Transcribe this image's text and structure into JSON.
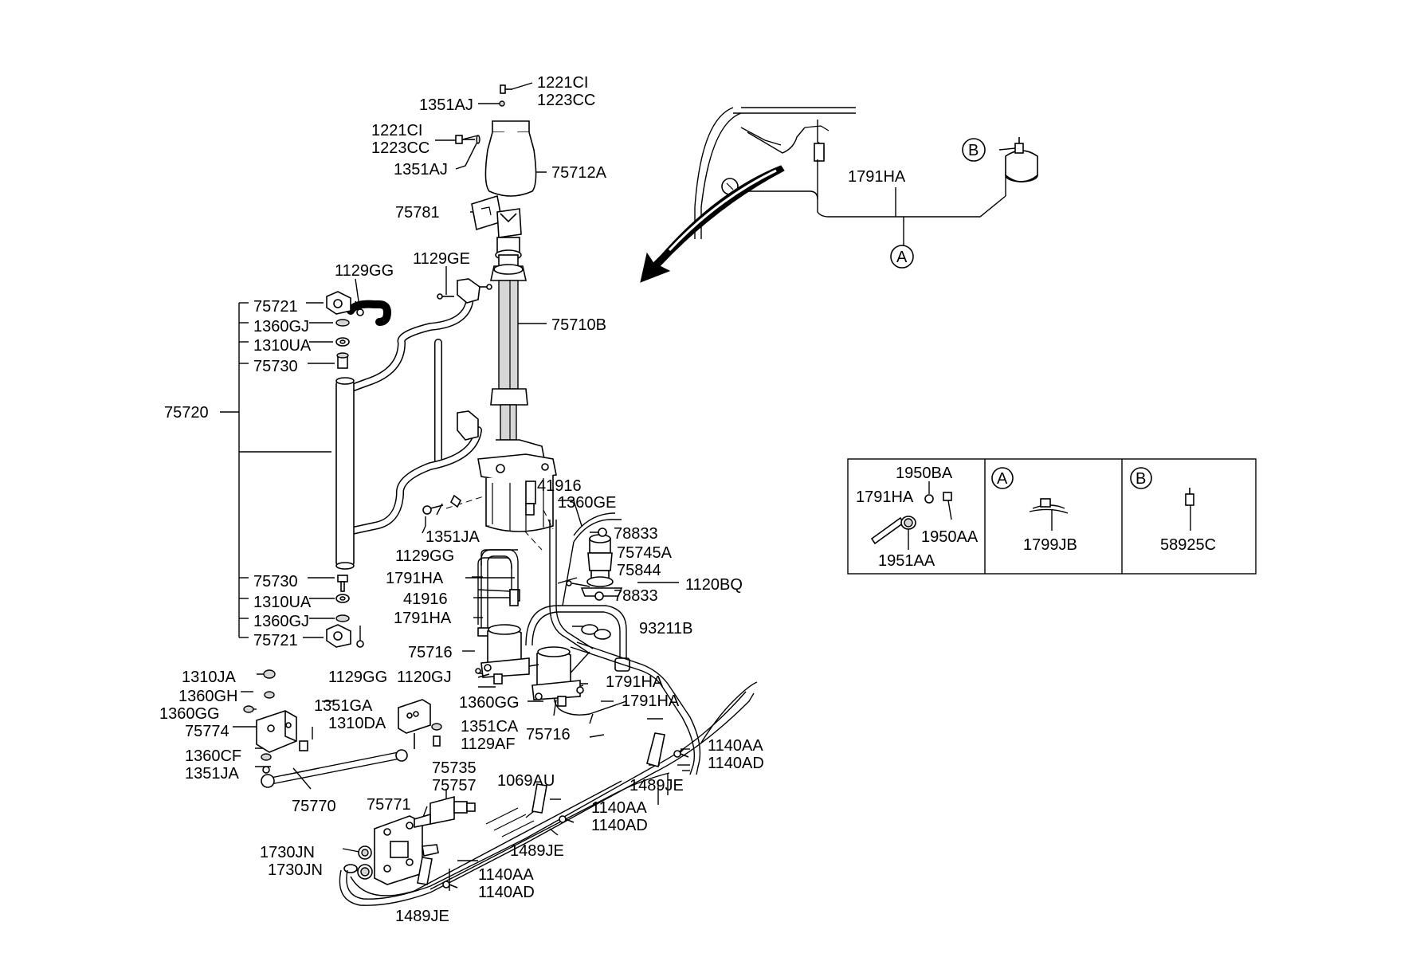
{
  "labels": {
    "l_1221CI_top": "1221CI",
    "l_1223CC_top": "1223CC",
    "l_1351AJ_top": "1351AJ",
    "l_1221CI_mid": "1221CI",
    "l_1223CC_mid": "1223CC",
    "l_1351AJ_mid": "1351AJ",
    "l_75712A": "75712A",
    "l_75781": "75781",
    "l_1129GG_top": "1129GG",
    "l_1129GE": "1129GE",
    "l_75721_top": "75721",
    "l_1360GJ_top": "1360GJ",
    "l_1310UA_top": "1310UA",
    "l_75730_top": "75730",
    "l_75710B": "75710B",
    "l_75720": "75720",
    "l_41916_top": "41916",
    "l_1360GE": "1360GE",
    "l_1351JA_mid": "1351JA",
    "l_78833_top": "78833",
    "l_1129GG_mid": "1129GG",
    "l_75745A": "75745A",
    "l_75844": "75844",
    "l_1791HA_a": "1791HA",
    "l_1120BQ": "1120BQ",
    "l_41916_mid": "41916",
    "l_78833_mid": "78833",
    "l_75730_bot": "75730",
    "l_1310UA_bot": "1310UA",
    "l_1360GJ_bot": "1360GJ",
    "l_1791HA_b": "1791HA",
    "l_93211B": "93211B",
    "l_75721_bot": "75721",
    "l_75716_a": "75716",
    "l_1129GG_bot": "1129GG",
    "l_1120GJ": "1120GJ",
    "l_1791HA_c": "1791HA",
    "l_1310JA": "1310JA",
    "l_1360GH": "1360GH",
    "l_1360GG_left": "1360GG",
    "l_1351GA": "1351GA",
    "l_1360GG_mid": "1360GG",
    "l_1791HA_d": "1791HA",
    "l_75774": "75774",
    "l_1310DA": "1310DA",
    "l_1351CA": "1351CA",
    "l_75716_b": "75716",
    "l_1129AF": "1129AF",
    "l_1140AA_a": "1140AA",
    "l_1140AD_a": "1140AD",
    "l_1360CF": "1360CF",
    "l_75735": "75735",
    "l_1351JA_bot": "1351JA",
    "l_75757": "75757",
    "l_1489JE_a": "1489JE",
    "l_1069AU": "1069AU",
    "l_75770": "75770",
    "l_75771": "75771",
    "l_1140AA_b": "1140AA",
    "l_1140AD_b": "1140AD",
    "l_1489JE_b": "1489JE",
    "l_1730JN_a": "1730JN",
    "l_1730JN_b": "1730JN",
    "l_1140AA_c": "1140AA",
    "l_1140AD_c": "1140AD",
    "l_1489JE_c": "1489JE",
    "l_1791HA_vehicle": "1791HA",
    "l_callout_A": "A",
    "l_callout_B": "B"
  },
  "detail_box": {
    "panel1": {
      "l_1950BA": "1950BA",
      "l_1791HA": "1791HA",
      "l_1950AA": "1950AA",
      "l_1951AA": "1951AA"
    },
    "panel2": {
      "marker": "A",
      "l_1799JB": "1799JB"
    },
    "panel3": {
      "marker": "B",
      "l_58925C": "58925C"
    }
  }
}
